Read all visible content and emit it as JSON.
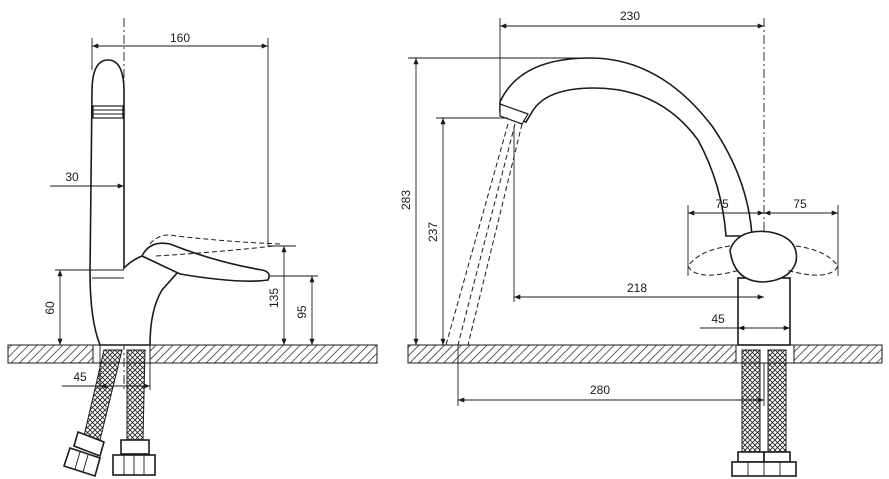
{
  "colors": {
    "ink": "#1a1a1a",
    "background": "#ffffff"
  },
  "left_view": {
    "dims": {
      "width_total": "160",
      "spout_width": "30",
      "base_height": "60",
      "base_diameter": "45",
      "lever_top_height": "135",
      "lever_height": "95"
    }
  },
  "right_view": {
    "dims": {
      "reach": "230",
      "total_height": "283",
      "outlet_height": "237",
      "handle_left": "75",
      "handle_right": "75",
      "spout_reach": "218",
      "base_diameter": "45",
      "spray_reach": "280"
    }
  }
}
